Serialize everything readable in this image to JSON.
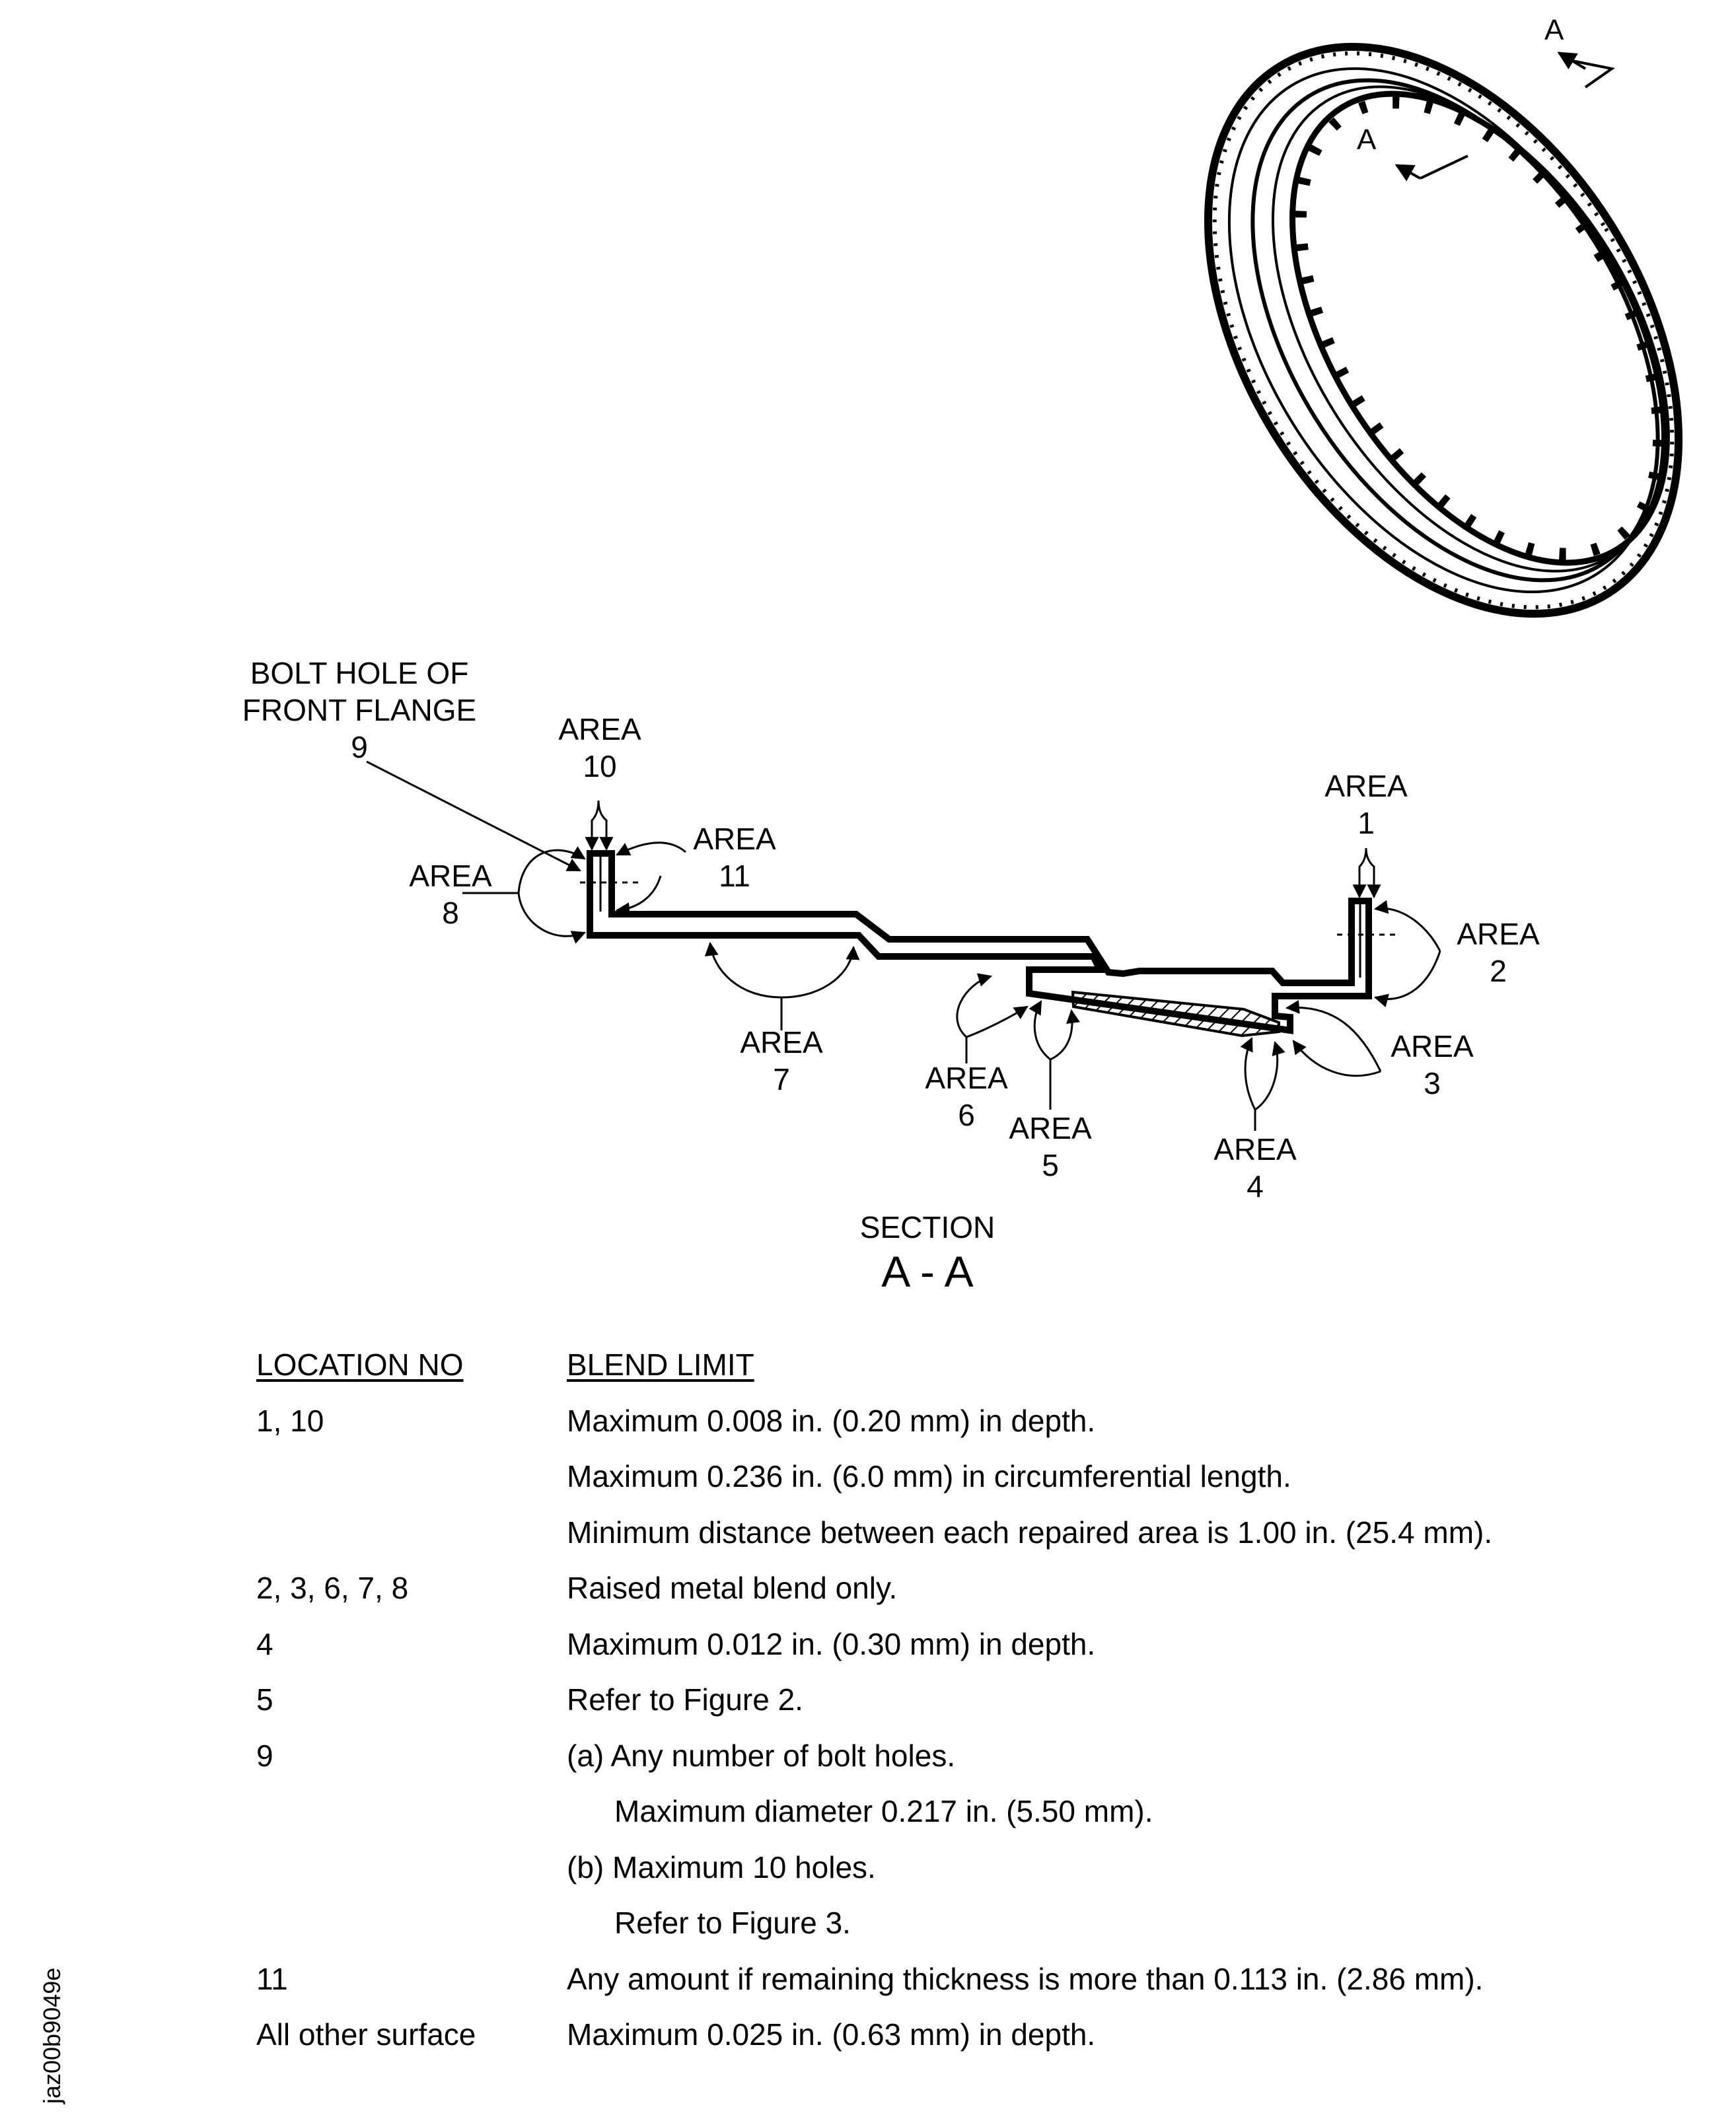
{
  "ring_view": {
    "cut_label_top": "A",
    "cut_label_left": "A"
  },
  "section": {
    "callouts": {
      "bolt_hole": {
        "line1": "BOLT HOLE OF",
        "line2": "FRONT FLANGE",
        "num": "9"
      },
      "area1": {
        "word": "AREA",
        "num": "1"
      },
      "area2": {
        "word": "AREA",
        "num": "2"
      },
      "area3": {
        "word": "AREA",
        "num": "3"
      },
      "area4": {
        "word": "AREA",
        "num": "4"
      },
      "area5": {
        "word": "AREA",
        "num": "5"
      },
      "area6": {
        "word": "AREA",
        "num": "6"
      },
      "area7": {
        "word": "AREA",
        "num": "7"
      },
      "area8": {
        "word": "AREA",
        "num": "8"
      },
      "area10": {
        "word": "AREA",
        "num": "10"
      },
      "area11": {
        "word": "AREA",
        "num": "11"
      }
    },
    "title_line1": "SECTION",
    "title_line2": "A - A"
  },
  "table": {
    "header_location": "LOCATION NO",
    "header_limit": "BLEND LIMIT",
    "rows": [
      {
        "loc": "1, 10",
        "lim": "Maximum 0.008 in. (0.20 mm) in depth."
      },
      {
        "loc": "",
        "lim": "Maximum 0.236 in. (6.0 mm) in circumferential length."
      },
      {
        "loc": "",
        "lim": "Minimum distance between each repaired area is 1.00 in. (25.4 mm)."
      },
      {
        "loc": "2, 3, 6, 7, 8",
        "lim": "Raised metal blend only."
      },
      {
        "loc": "4",
        "lim": "Maximum 0.012 in. (0.30 mm) in depth."
      },
      {
        "loc": "5",
        "lim": "Refer to Figure 2."
      },
      {
        "loc": "9",
        "lim": "(a) Any number of bolt holes."
      },
      {
        "loc": "",
        "lim": "Maximum diameter 0.217 in. (5.50 mm)."
      },
      {
        "loc": "",
        "lim": "(b) Maximum 10 holes."
      },
      {
        "loc": "",
        "lim": "Refer to Figure 3."
      },
      {
        "loc": "11",
        "lim": "Any amount if remaining thickness is more than 0.113 in. (2.86 mm)."
      },
      {
        "loc": "All other surface",
        "lim": "Maximum 0.025 in. (0.63 mm) in depth."
      }
    ]
  },
  "drawing_id": "jaz00b9049e"
}
